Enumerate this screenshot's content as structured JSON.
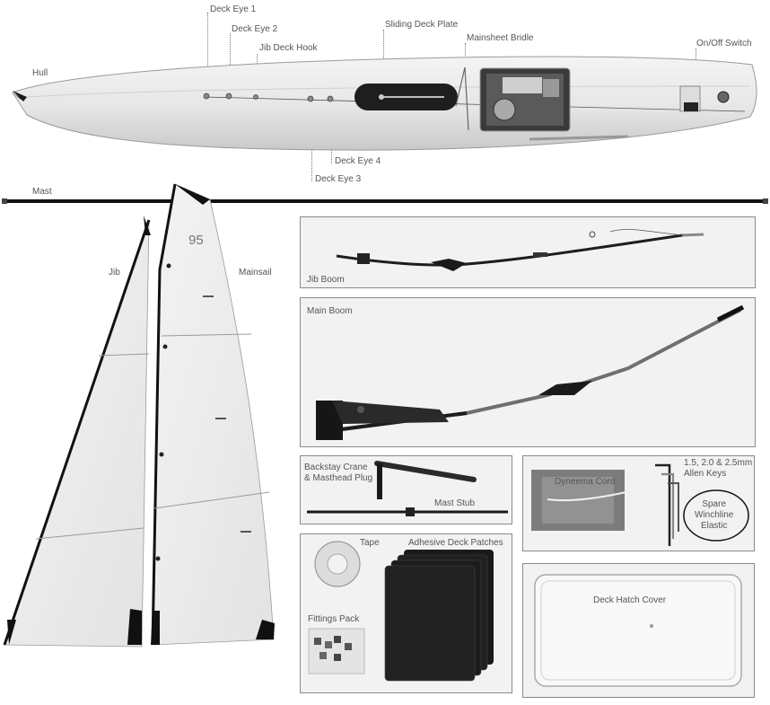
{
  "hull_section": {
    "hull_label": "Hull",
    "deck_eye_1": "Deck Eye 1",
    "deck_eye_2": "Deck Eye 2",
    "jib_deck_hook": "Jib Deck Hook",
    "sliding_deck_plate": "Sliding Deck Plate",
    "mainsheet_bridle": "Mainsheet Bridle",
    "on_off_switch": "On/Off Switch",
    "deck_eye_4": "Deck Eye 4",
    "deck_eye_3": "Deck Eye 3"
  },
  "mast_label": "Mast",
  "sails": {
    "jib_label": "Jib",
    "mainsail_label": "Mainsail",
    "sail_number": "95"
  },
  "panels": {
    "jib_boom": "Jib Boom",
    "main_boom": "Main Boom",
    "backstay_crane": "Backstay Crane\n& Masthead Plug",
    "mast_stub": "Mast Stub",
    "dyneema_cord": "Dyneema Cord",
    "allen_keys_sizes": "1.5, 2.0 & 2.5mm",
    "allen_keys": "Allen Keys",
    "spare_winchline": "Spare\nWinchline\nElastic",
    "tape": "Tape",
    "adhesive_deck_patches": "Adhesive Deck Patches",
    "fittings_pack": "Fittings Pack",
    "deck_hatch_cover": "Deck Hatch Cover"
  }
}
